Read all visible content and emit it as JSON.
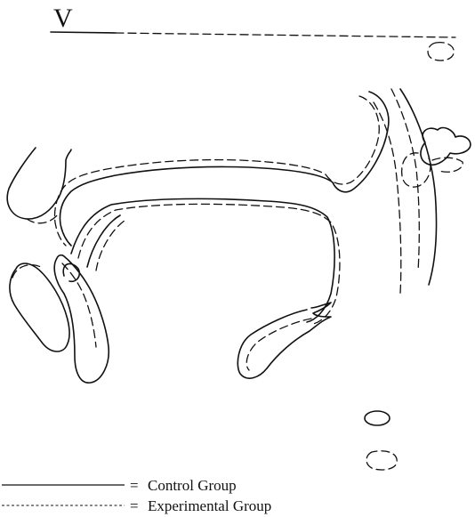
{
  "figure": {
    "corner_mark": "V",
    "legend": {
      "items": [
        {
          "line_style": "solid",
          "equals": "=",
          "label": "Control Group"
        },
        {
          "line_style": "dashed",
          "equals": "=",
          "label": "Experimental Group"
        }
      ]
    },
    "colors": {
      "ink": "#111111",
      "paper": "#ffffff"
    }
  }
}
